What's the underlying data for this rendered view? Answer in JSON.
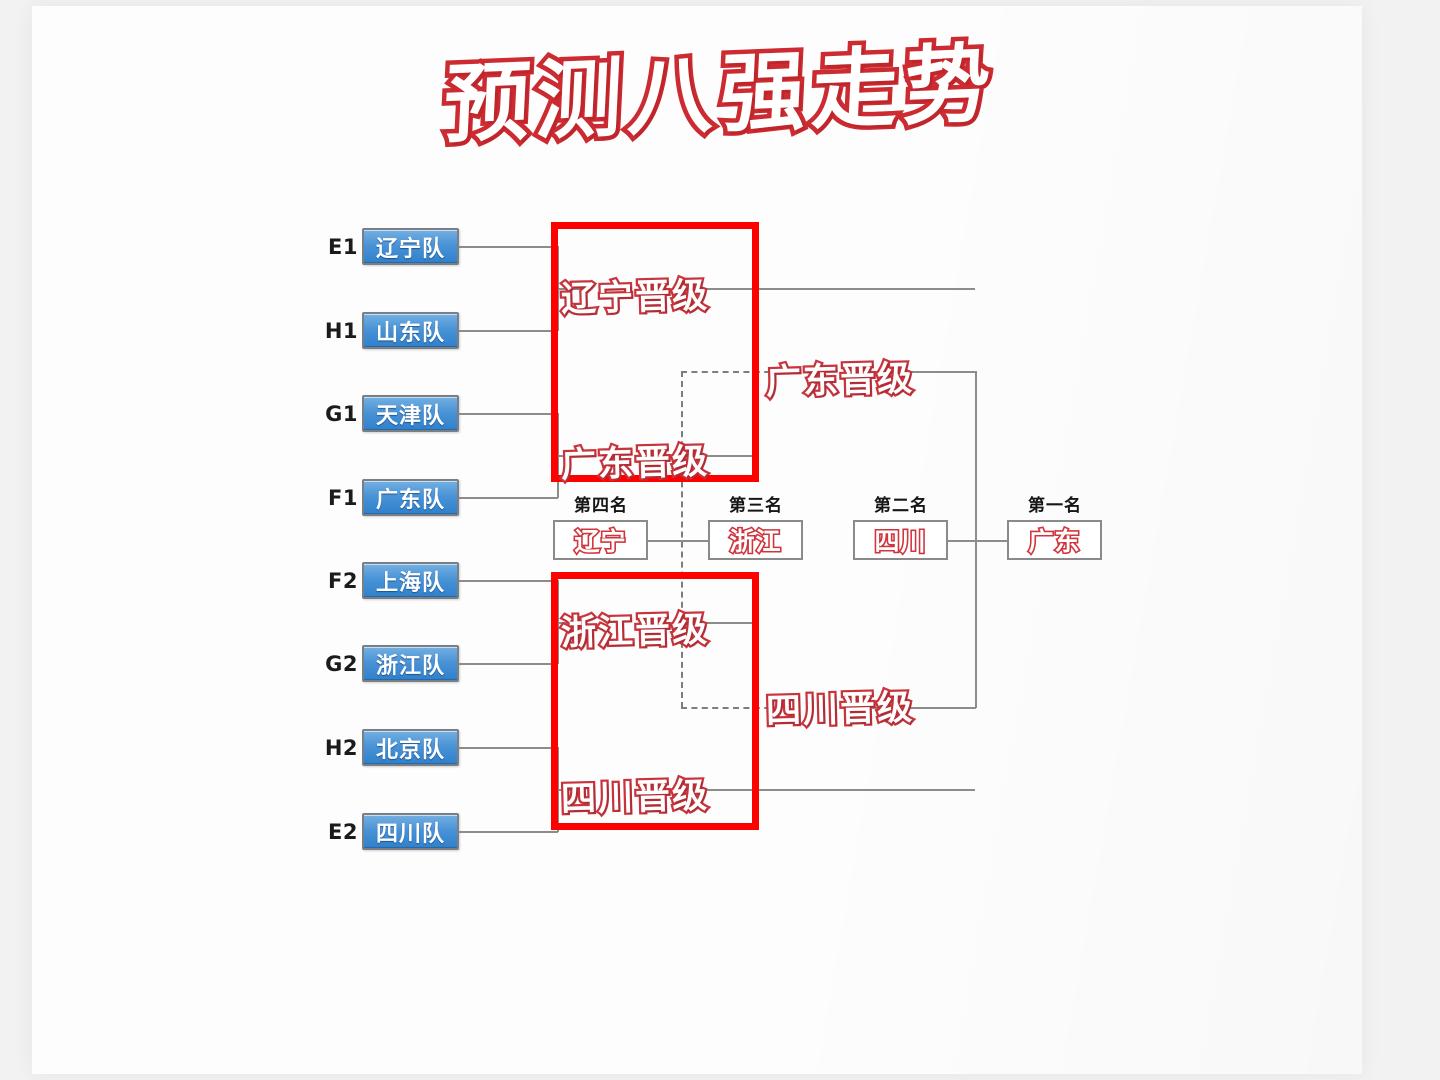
{
  "title": "预测八强走势",
  "bracket": {
    "quarterfinal_teams": [
      {
        "seed": "E1",
        "name": "辽宁队"
      },
      {
        "seed": "H1",
        "name": "山东队"
      },
      {
        "seed": "G1",
        "name": "天津队"
      },
      {
        "seed": "F1",
        "name": "广东队"
      },
      {
        "seed": "F2",
        "name": "上海队"
      },
      {
        "seed": "G2",
        "name": "浙江队"
      },
      {
        "seed": "H2",
        "name": "北京队"
      },
      {
        "seed": "E2",
        "name": "四川队"
      }
    ],
    "advance_labels": [
      {
        "id": "qf-top-1",
        "text": "辽宁晋级"
      },
      {
        "id": "qf-top-2",
        "text": "广东晋级"
      },
      {
        "id": "sf-top",
        "text": "广东晋级"
      },
      {
        "id": "qf-bottom-1",
        "text": "浙江晋级"
      },
      {
        "id": "qf-bottom-2",
        "text": "四川晋级"
      },
      {
        "id": "sf-bottom",
        "text": "四川晋级"
      }
    ],
    "rankings": [
      {
        "place": "第四名",
        "team": "辽宁"
      },
      {
        "place": "第三名",
        "team": "浙江"
      },
      {
        "place": "第二名",
        "team": "四川"
      },
      {
        "place": "第一名",
        "team": "广东"
      }
    ]
  },
  "colors": {
    "title_red": "#cc2b31",
    "highlight_red": "#ff0000",
    "team_blue": "#3c8ad0",
    "line_gray": "#8c8c8c",
    "paper": "#fdfdfd",
    "background": "#f2f2f2"
  }
}
